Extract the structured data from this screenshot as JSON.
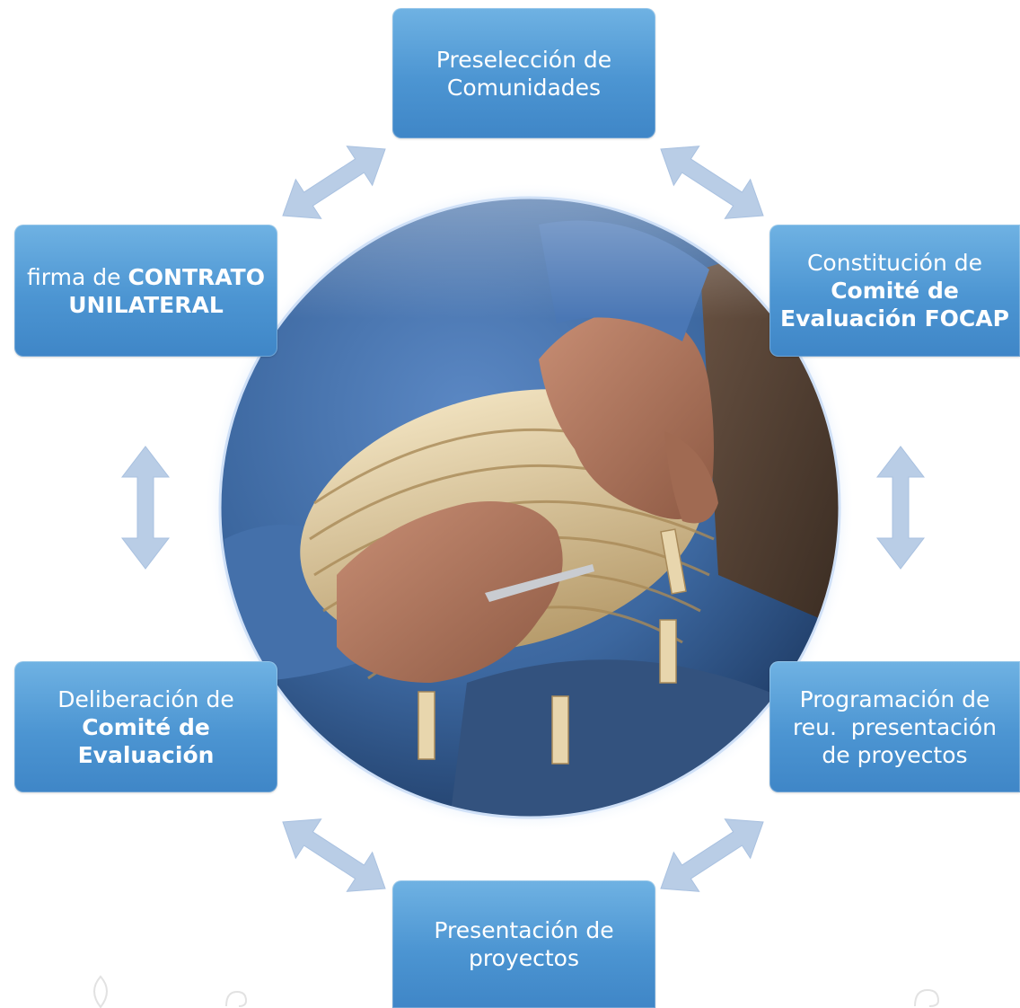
{
  "boxes": {
    "preseleccion": {
      "line1": "Preselección de",
      "line2": "Comunidades"
    },
    "constitucion": {
      "plain": "Constitución de",
      "bold1": "Comité de",
      "bold2": "Evaluación FOCAP"
    },
    "programacion": {
      "line1": "Programación de",
      "line2": "reu.  presentación",
      "line3": "de proyectos"
    },
    "presentacion": {
      "line1": "Presentación de",
      "line2": "proyectos"
    },
    "deliberacion": {
      "plain": "Deliberación de",
      "bold1": "Comité de",
      "bold2": "Evaluación"
    },
    "firma": {
      "plain": "firma de",
      "bold1": "CONTRATO",
      "bold2": "UNILATERAL"
    }
  },
  "colors": {
    "box_top": "#6fb2e3",
    "box_bottom": "#3f86c7",
    "arrow": "#b9cde6",
    "shirt": "#3e6aa6",
    "basket": "#d8c39a",
    "skin": "#b77a62",
    "glow": "#9ec3f2"
  }
}
